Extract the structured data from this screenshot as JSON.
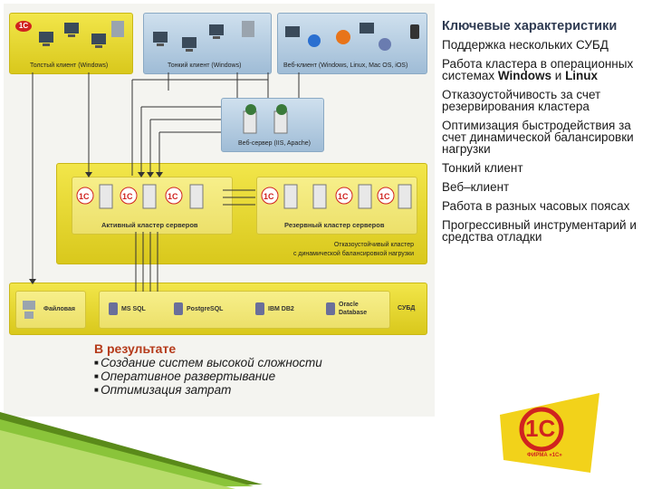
{
  "diagram": {
    "clients": [
      {
        "caption": "Толстый клиент (Windows)"
      },
      {
        "caption": "Тонкий клиент (Windows)"
      },
      {
        "caption": "Веб-клиент (Windows, Linux, Mac OS, iOS)"
      }
    ],
    "web_server_caption": "Веб-сервер (IIS, Apache)",
    "active_cluster": "Активный кластер серверов",
    "reserve_cluster": "Резервный кластер серверов",
    "cluster_note": [
      "Отказоустойчивый кластер",
      "с динамической балансировкой нагрузки"
    ],
    "dbms": {
      "file_mode": "Файловая",
      "items": [
        "MS SQL",
        "PostgreSQL",
        "IBM DB2",
        "Oracle Database"
      ],
      "label": "СУБД"
    },
    "logo_text": "1С",
    "logo_subtext": "ФИРМА «1С»"
  },
  "features": {
    "title": "Ключевые характеристики",
    "items": [
      "Поддержка нескольких СУБД",
      "Работа кластера в операционных системах",
      "Отказоустойчивость за счет резервирования кластера",
      "Оптимизация быстродействия за счет динамической балансировки нагрузки",
      "Тонкий клиент",
      "Веб–клиент",
      "Работа в разных часовых поясах",
      "Прогрессивный инструментарий и средства отладки"
    ],
    "os_bold": "Windows",
    "os_and": " и ",
    "os_bold2": "Linux"
  },
  "result": {
    "title": "В результате",
    "items": [
      "Создание систем высокой сложности",
      "Оперативное развертывание",
      "Оптимизация затрат"
    ]
  },
  "colors": {
    "yellow": "#e8d92a",
    "blue": "#a9c4dc",
    "title": "#2f3b52",
    "result_title": "#b53a1a",
    "logo_red": "#d0231f"
  }
}
